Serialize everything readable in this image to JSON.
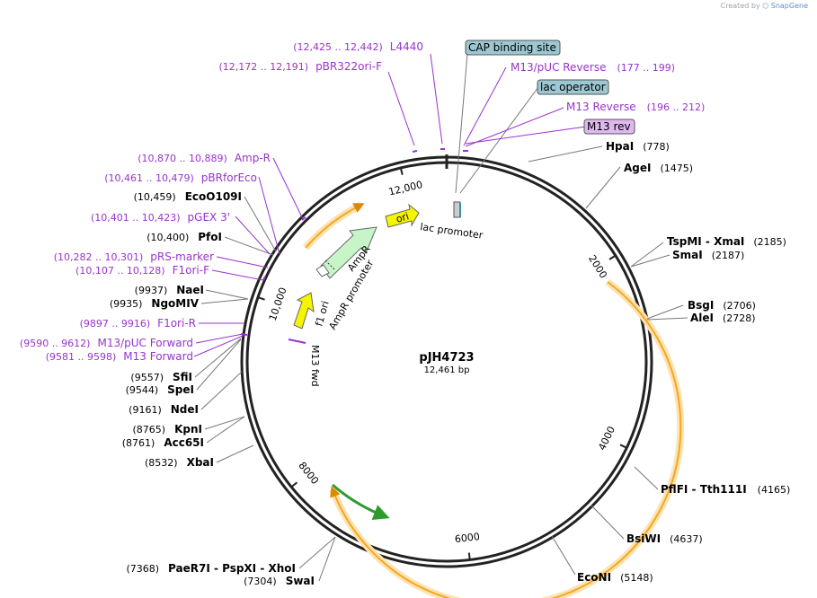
{
  "credit": {
    "created_by": "Created by",
    "brand": "SnapGene"
  },
  "plasmid": {
    "name": "pJH4723",
    "size": "12,461 bp"
  },
  "ruler": [
    {
      "label": "2000",
      "pos": 2000
    },
    {
      "label": "4000",
      "pos": 4000
    },
    {
      "label": "6000",
      "pos": 6000
    },
    {
      "label": "8000",
      "pos": 8000
    },
    {
      "label": "10,000",
      "pos": 10000
    },
    {
      "label": "12,000",
      "pos": 12000
    }
  ],
  "enzymes": [
    {
      "name": "HpaI",
      "pos": "(778)"
    },
    {
      "name": "AgeI",
      "pos": "(1475)"
    },
    {
      "name": "TspMI  - XmaI",
      "pos": "(2185)"
    },
    {
      "name": "SmaI",
      "pos": "(2187)"
    },
    {
      "name": "BsgI",
      "pos": "(2706)"
    },
    {
      "name": "AleI",
      "pos": "(2728)"
    },
    {
      "name": "PflFI  - Tth111I",
      "pos": "(4165)"
    },
    {
      "name": "BsiWI",
      "pos": "(4637)"
    },
    {
      "name": "EcoNI",
      "pos": "(5148)"
    },
    {
      "name": "SwaI",
      "pos": "(7304)"
    },
    {
      "name": "PaeR7I  - PspXI  - XhoI",
      "pos": "(7368)"
    },
    {
      "name": "XbaI",
      "pos": "(8532)"
    },
    {
      "name": "Acc65I",
      "pos": "(8761)"
    },
    {
      "name": "KpnI",
      "pos": "(8765)"
    },
    {
      "name": "NdeI",
      "pos": "(9161)"
    },
    {
      "name": "SpeI",
      "pos": "(9544)"
    },
    {
      "name": "SfiI",
      "pos": "(9557)"
    },
    {
      "name": "NgoMIV",
      "pos": "(9935)"
    },
    {
      "name": "NaeI",
      "pos": "(9937)"
    },
    {
      "name": "PfoI",
      "pos": "(10,400)"
    },
    {
      "name": "EcoO109I",
      "pos": "(10,459)"
    }
  ],
  "primers": [
    {
      "name": "L4440",
      "range": "(12,425 .. 12,442)"
    },
    {
      "name": "pBR322ori-F",
      "range": "(12,172 .. 12,191)"
    },
    {
      "name": "M13/pUC Reverse",
      "range": "(177 .. 199)"
    },
    {
      "name": "M13 Reverse",
      "range": "(196 .. 212)"
    },
    {
      "name": "Amp-R",
      "range": "(10,870 .. 10,889)"
    },
    {
      "name": "pBRforEco",
      "range": "(10,461 .. 10,479)"
    },
    {
      "name": "pGEX 3'",
      "range": "(10,401 .. 10,423)"
    },
    {
      "name": "pRS-marker",
      "range": "(10,282 .. 10,301)"
    },
    {
      "name": "F1ori-F",
      "range": "(10,107 .. 10,128)"
    },
    {
      "name": "F1ori-R",
      "range": "(9897 .. 9916)"
    },
    {
      "name": "M13/pUC Forward",
      "range": "(9590 .. 9612)"
    },
    {
      "name": "M13 Forward",
      "range": "(9581 .. 9598)"
    }
  ],
  "boxed_features": [
    {
      "name": "CAP binding site",
      "kind": "protein-bind"
    },
    {
      "name": "lac operator",
      "kind": "protein-bind"
    },
    {
      "name": "M13 rev",
      "kind": "primer-bind"
    }
  ],
  "inner_features": [
    {
      "name": "ori"
    },
    {
      "name": "lac promoter"
    },
    {
      "name": "AmpR"
    },
    {
      "name": "AmpR promoter"
    },
    {
      "name": "f1 ori"
    },
    {
      "name": "M13 fwd"
    }
  ],
  "colors": {
    "enzyme": "#000000",
    "primer": "#9933cc",
    "backbone": "#222222",
    "ori": "#f5f500",
    "ampr": "#c8f5c8",
    "protein_bind": "#9cc7d3",
    "primer_box": "#e0b8f0",
    "orf": "#f5a623",
    "orf_glow": "#fde3b0",
    "orf_green": "#2e9b2e"
  }
}
